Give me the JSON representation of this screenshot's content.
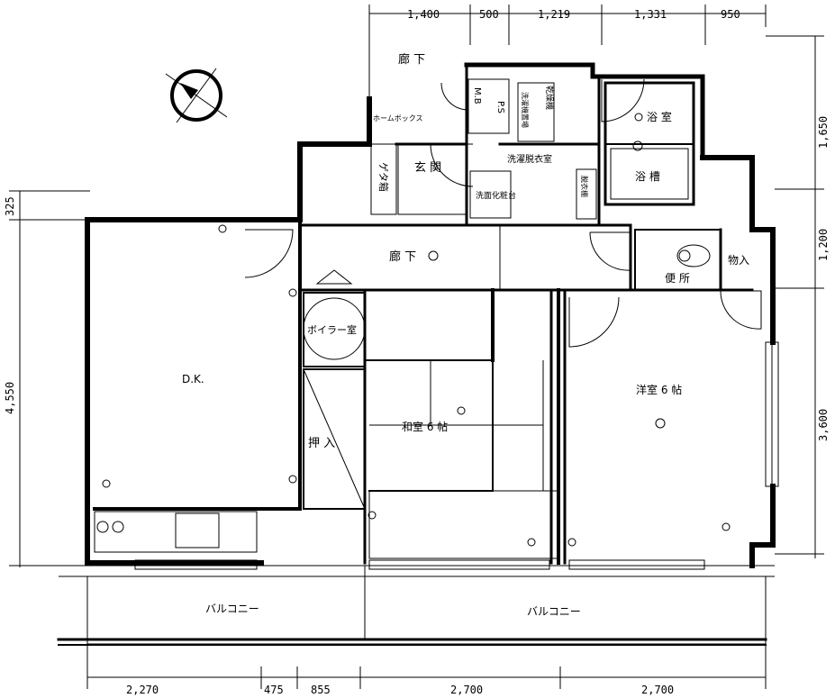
{
  "dimensions": {
    "top": [
      "1,400",
      "500",
      "1,219",
      "1,331",
      "950"
    ],
    "bottom": [
      "2,270",
      "475",
      "855",
      "2,700",
      "2,700"
    ],
    "left": [
      "325",
      "4,550"
    ],
    "right": [
      "1,650",
      "1,200",
      "3,600"
    ]
  },
  "rooms": {
    "corridor": "廊 下",
    "home_box": "ホームボックス",
    "entrance": "玄 関",
    "shoe_box": "ゲタ箱",
    "ms": "M.B",
    "ps": "P.S",
    "dryer": "乾燥機",
    "washer_dryer": "洗濯機置場",
    "laundry_changing": "洗濯脱衣室",
    "washbasin": "洗面化粧台",
    "linen": "脱衣棚",
    "bathroom": "浴 室",
    "bathtub": "浴 槽",
    "hall": "廊 下",
    "toilet": "便 所",
    "closet": "物入",
    "boiler": "ボイラー室",
    "dk": "D.K.",
    "oshiire": "押 入",
    "washitsu": "和室 6 帖",
    "youshitsu": "洋室 6 帖",
    "balcony_left": "バルコニー",
    "balcony_right": "バルコニー"
  }
}
